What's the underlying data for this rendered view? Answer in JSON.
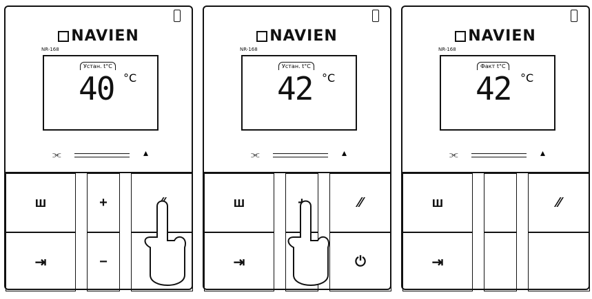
{
  "panels": [
    {
      "model": "NR-168",
      "lcd_label": "Устан. t°C",
      "temperature": "40",
      "unit": "°C",
      "brand": "NAVIEN"
    },
    {
      "model": "NR-168",
      "lcd_label": "Устан. t°C",
      "temperature": "42",
      "unit": "°C",
      "brand": "NAVIEN"
    },
    {
      "model": "NR-168",
      "lcd_label": "Факт t°C",
      "temperature": "42",
      "unit": "°C",
      "brand": "NAVIEN"
    }
  ],
  "buttons": {
    "plus": "+",
    "minus": "−",
    "power": "⏻"
  }
}
